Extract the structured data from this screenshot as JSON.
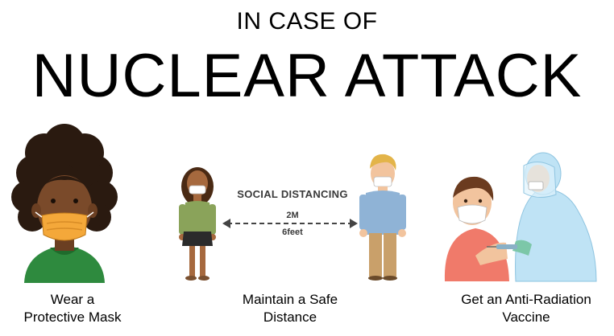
{
  "header": {
    "kicker": "IN CASE OF",
    "headline": "NUCLEAR ATTACK"
  },
  "panels": [
    {
      "line1": "Wear a",
      "line2": "Protective Mask"
    },
    {
      "line1": "Maintain a Safe",
      "line2": "Distance"
    },
    {
      "line1": "Get an Anti-Radiation",
      "line2": "Vaccine"
    }
  ],
  "distance_sign": {
    "title": "SOCIAL DISTANCING",
    "value_top": "2M",
    "value_bottom": "6feet"
  },
  "colors": {
    "hair": "#2a1a10",
    "skin_dark": "#7a4a2a",
    "mask_orange": "#f4a83a",
    "shirt_green": "#2e8a3e",
    "shirt_olive": "#8aa35a",
    "shirt_blue": "#8fb3d6",
    "shirt_red": "#f07a6a",
    "suit_blue": "#bfe3f5"
  },
  "icons": [
    "person-mask-icon",
    "woman-icon",
    "man-icon",
    "distance-arrow-icon",
    "patient-icon",
    "doctor-icon",
    "syringe-icon"
  ]
}
